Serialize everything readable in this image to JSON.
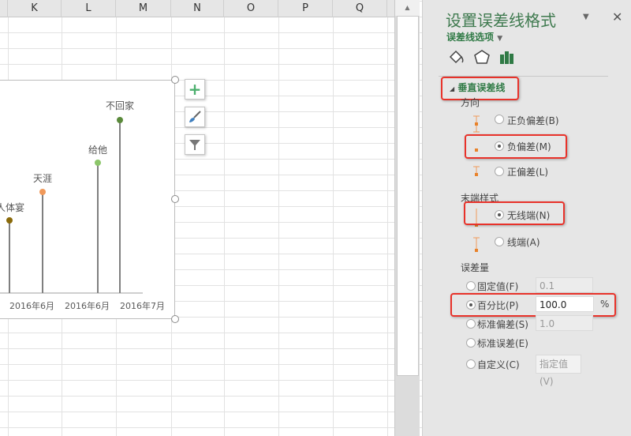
{
  "sheet": {
    "columns": [
      "K",
      "L",
      "M",
      "N",
      "O",
      "P",
      "Q"
    ]
  },
  "chart": {
    "points": [
      {
        "label": "人体宴",
        "color": "#8a6a0a"
      },
      {
        "label": "天涯",
        "color": "#f0995a"
      },
      {
        "label": "给他",
        "color": "#8cc66a"
      },
      {
        "label": "不回家",
        "color": "#5a8a3a"
      }
    ],
    "axis_labels": [
      "2016年6月",
      "2016年6月",
      "2016年7月"
    ],
    "buttons": [
      "add-element",
      "style-brush",
      "filter"
    ]
  },
  "panel": {
    "title": "设置误差线格式",
    "subtitle": "误差线选项",
    "section": "垂直误差线",
    "direction": {
      "heading": "方向",
      "options": [
        "正负偏差(B)",
        "负偏差(M)",
        "正偏差(L)"
      ],
      "selected": "负偏差(M)"
    },
    "end_style": {
      "heading": "末端样式",
      "options": [
        "无线端(N)",
        "线端(A)"
      ],
      "selected": "无线端(N)"
    },
    "amount": {
      "heading": "误差量",
      "fixed": {
        "label": "固定值(F)",
        "value": "0.1"
      },
      "percentage": {
        "label": "百分比(P)",
        "value": "100.0",
        "unit": "%"
      },
      "stddev": {
        "label": "标准偏差(S)",
        "value": "1.0"
      },
      "stderr": {
        "label": "标准误差(E)"
      },
      "custom": {
        "label": "自定义(C)",
        "button": "指定值(V)"
      },
      "selected": "百分比(P)"
    },
    "accent": "#2f7a45",
    "highlight": "#e8322a"
  }
}
